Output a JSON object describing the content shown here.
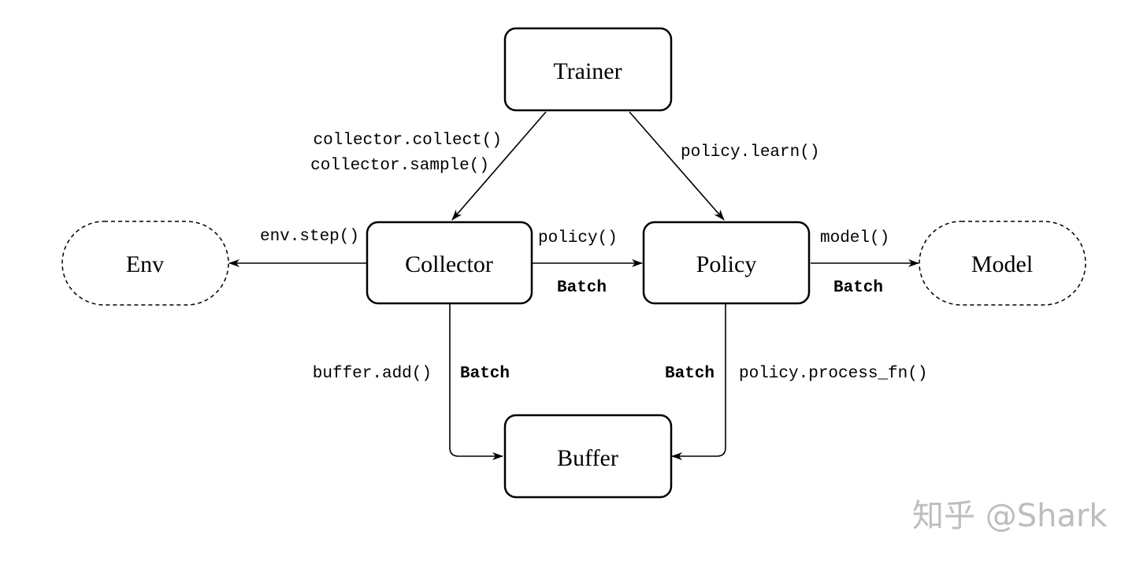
{
  "nodes": {
    "trainer": "Trainer",
    "collector": "Collector",
    "policy": "Policy",
    "env": "Env",
    "model": "Model",
    "buffer": "Buffer"
  },
  "edges": {
    "trainer_to_collector": {
      "line1": "collector.collect()",
      "line2": "collector.sample()"
    },
    "trainer_to_policy": "policy.learn()",
    "collector_to_env": "env.step()",
    "collector_to_policy": {
      "call": "policy()",
      "payload": "Batch"
    },
    "policy_to_model": {
      "call": "model()",
      "payload": "Batch"
    },
    "collector_to_buffer": {
      "call": "buffer.add()",
      "payload": "Batch"
    },
    "policy_to_buffer": {
      "call": "policy.process_fn()",
      "payload": "Batch"
    }
  },
  "watermark": "知乎 @Shark"
}
